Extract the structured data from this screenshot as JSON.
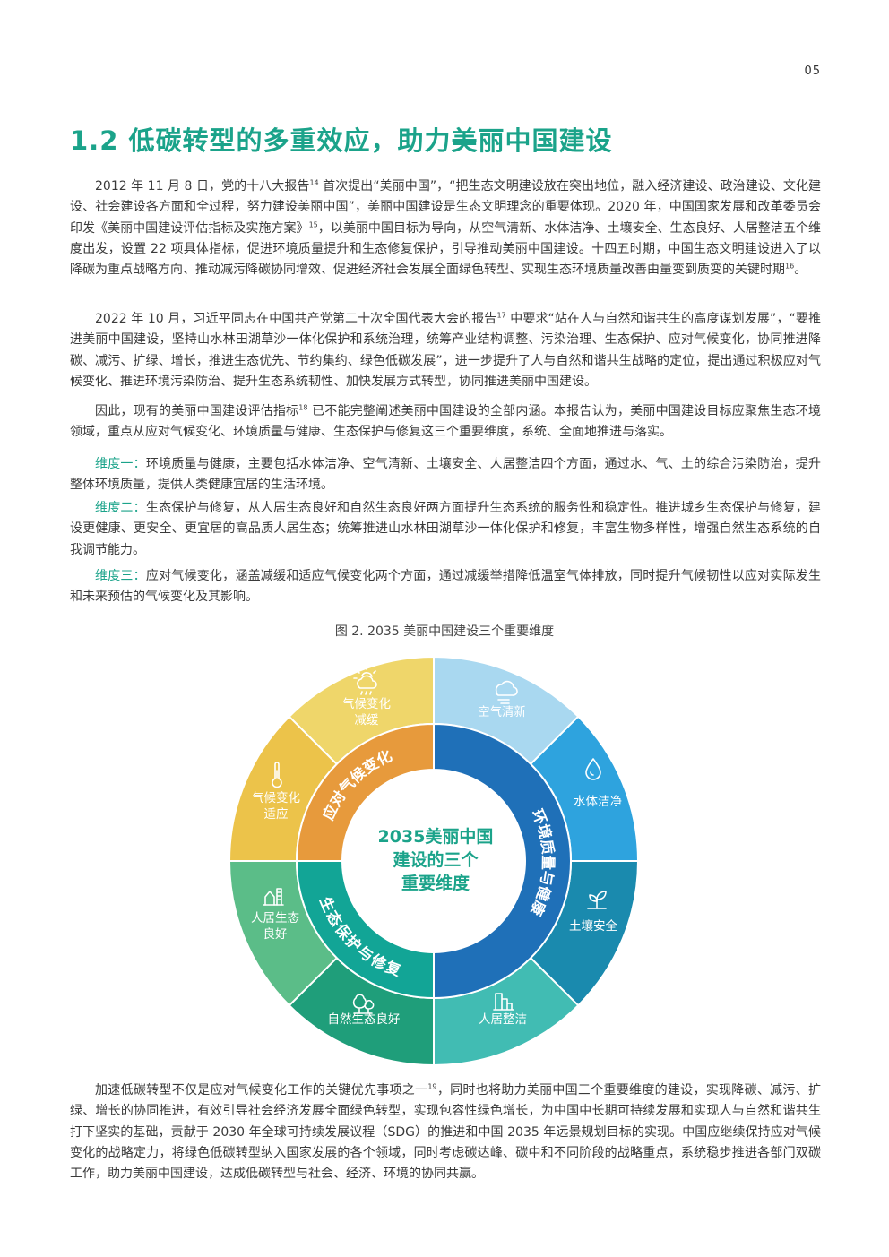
{
  "page_number": "05",
  "title": "1.2 低碳转型的多重效应，助力美丽中国建设",
  "para1": {
    "a": "2012 年 11 月 8 日，党的十八大报告",
    "sup_a": "14",
    "b": " 首次提出“美丽中国”，“把生态文明建设放在突出地位，融入经济建设、政治建设、文化建设、社会建设各方面和全过程，努力建设美丽中国”，美丽中国建设是生态文明理念的重要体现。2020 年，中国国家发展和改革委员会印发《美丽中国建设评估指标及实施方案》",
    "sup_b": "15",
    "c": "，以美丽中国目标为导向，从空气清新、水体洁净、土壤安全、生态良好、人居整洁五个维度出发，设置 22 项具体指标，促进环境质量提升和生态修复保护，引导推动美丽中国建设。十四五时期，中国生态文明建设进入了以降碳为重点战略方向、推动减污降碳协同增效、促进经济社会发展全面绿色转型、实现生态环境质量改善由量变到质变的关键时期",
    "sup_c": "16",
    "d": "。"
  },
  "para2": {
    "a": "2022 年 10 月，习近平同志在中国共产党第二十次全国代表大会的报告",
    "sup_a": "17",
    "b": " 中要求“站在人与自然和谐共生的高度谋划发展”，“要推进美丽中国建设，坚持山水林田湖草沙一体化保护和系统治理，统筹产业结构调整、污染治理、生态保护、应对气候变化，协同推进降碳、减污、扩绿、增长，推进生态优先、节约集约、绿色低碳发展”，进一步提升了人与自然和谐共生战略的定位，提出通过积极应对气候变化、推进环境污染防治、提升生态系统韧性、加快发展方式转型，协同推进美丽中国建设。"
  },
  "para3": {
    "a": "因此，现有的美丽中国建设评估指标",
    "sup_a": "18",
    "b": " 已不能完整阐述美丽中国建设的全部内涵。本报告认为，美丽中国建设目标应聚焦生态环境领域，重点从应对气候变化、环境质量与健康、生态保护与修复这三个重要维度，系统、全面地推进与落实。"
  },
  "dim1": {
    "label": "维度一：",
    "text": "环境质量与健康，主要包括水体洁净、空气清新、土壤安全、人居整洁四个方面，通过水、气、土的综合污染防治，提升整体环境质量，提供人类健康宜居的生活环境。"
  },
  "dim2": {
    "label": "维度二：",
    "text": "生态保护与修复，从人居生态良好和自然生态良好两方面提升生态系统的服务性和稳定性。推进城乡生态保护与修复，建设更健康、更安全、更宜居的高品质人居生态；统筹推进山水林田湖草沙一体化保护和修复，丰富生物多样性，增强自然生态系统的自我调节能力。"
  },
  "dim3": {
    "label": "维度三：",
    "text": "应对气候变化，涵盖减缓和适应气候变化两个方面，通过减缓举措降低温室气体排放，同时提升气候韧性以应对实际发生和未来预估的气候变化及其影响。"
  },
  "figure": {
    "caption": "图 2. 2035 美丽中国建设三个重要维度",
    "center": [
      "2035美丽中国",
      "建设的三个",
      "重要维度"
    ],
    "inner": {
      "env": "环境质量与健康",
      "eco": "生态保护与修复",
      "climate": "应对气候变化"
    },
    "segments": {
      "air": "空气清新",
      "water": "水体洁净",
      "soil": "土壤安全",
      "living": "人居整洁",
      "nature": [
        "自然生态良好"
      ],
      "human_eco": [
        "人居生态",
        "良好"
      ],
      "adapt": [
        "气候变化",
        "适应"
      ],
      "mitigate": [
        "气候变化",
        "减缓"
      ]
    },
    "colors": {
      "air": "#a9d8f0",
      "water": "#2ea3de",
      "soil": "#1a8aae",
      "living": "#41bcb3",
      "nature": "#1f9e7a",
      "human_eco": "#5bbd88",
      "adapt": "#ecc34a",
      "mitigate": "#efd66a",
      "inner_env": "#1f70b8",
      "inner_eco": "#12a596",
      "inner_climate": "#e79a3c"
    }
  },
  "para4": {
    "a": "加速低碳转型不仅是应对气候变化工作的关键优先事项之一",
    "sup_a": "19",
    "b": "，同时也将助力美丽中国三个重要维度的建设，实现降碳、减污、扩绿、增长的协同推进，有效引导社会经济发展全面绿色转型，实现包容性绿色增长，为中国中长期可持续发展和实现人与自然和谐共生打下坚实的基础，贡献于 2030 年全球可持续发展议程（SDG）的推进和中国 2035 年远景规划目标的实现。中国应继续保持应对气候变化的战略定力，将绿色低碳转型纳入国家发展的各个领域，同时考虑碳达峰、碳中和不同阶段的战略重点，系统稳步推进各部门双碳工作，助力美丽中国建设，达成低碳转型与社会、经济、环境的协同共赢。"
  }
}
